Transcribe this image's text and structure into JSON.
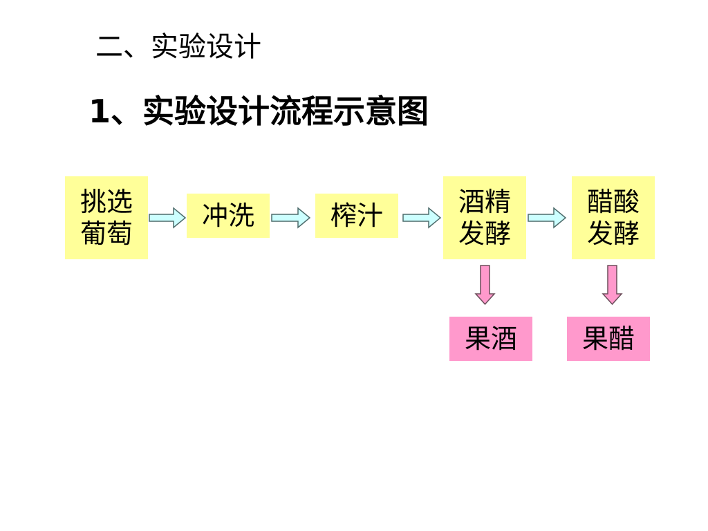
{
  "section_title": "二、实验设计",
  "subtitle": "1、实验设计流程示意图",
  "colors": {
    "process_box": "#ffff99",
    "product_box": "#ff99cc",
    "horizontal_arrow": "#ccffff",
    "down_arrow": "#ff99cc"
  },
  "steps": [
    {
      "label": "挑选\n葡萄"
    },
    {
      "label": "冲洗"
    },
    {
      "label": "榨汁"
    },
    {
      "label": "酒精\n发酵"
    },
    {
      "label": "醋酸\n发酵"
    }
  ],
  "products": [
    {
      "label": "果酒"
    },
    {
      "label": "果醋"
    }
  ]
}
